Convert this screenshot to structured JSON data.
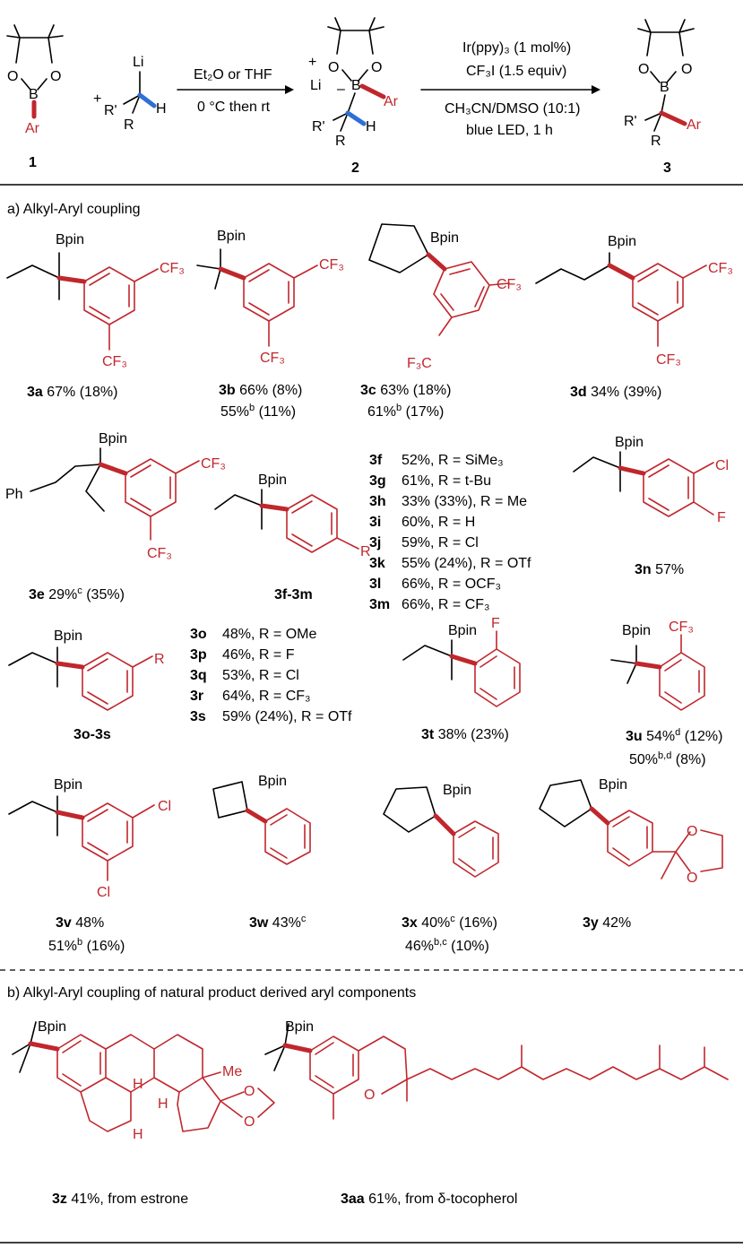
{
  "header": {
    "reagent1_label": "1",
    "reagent2_label": "2",
    "product_label": "3",
    "plus": "+",
    "cond1_top": "Et₂O or THF",
    "cond1_bottom": "0 °C then rt",
    "cond2_line1": "Ir(ppy)₃ (1 mol%)",
    "cond2_line2": "CF₃I (1.5 equiv)",
    "cond2_line3": "CH₃CN/DMSO (10:1)",
    "cond2_line4": "blue LED, 1 h",
    "atoms": {
      "O": "O",
      "B": "B",
      "Ar": "Ar",
      "Li": "Li",
      "R": "R",
      "Rp": "R'",
      "H": "H",
      "plus_sign": "+",
      "minus_sign": "–"
    }
  },
  "section_a": {
    "title": "a) Alkyl-Aryl coupling",
    "group_labels": {
      "Bpin": "Bpin",
      "CF3": "CF₃",
      "F3C": "F₃C",
      "Ph": "Ph",
      "Cl": "Cl",
      "F": "F",
      "R": "R",
      "O": "O"
    },
    "compounds": {
      "3a": {
        "id": "3a",
        "yield": "67% (18%)"
      },
      "3b": {
        "id": "3b",
        "yield": "66% (8%)",
        "yield2": "55%",
        "sup2": "b",
        "yield2_rest": " (11%)"
      },
      "3c": {
        "id": "3c",
        "yield": "63% (18%)",
        "yield2": "61%",
        "sup2": "b",
        "yield2_rest": " (17%)"
      },
      "3d": {
        "id": "3d",
        "yield": "34% (39%)"
      },
      "3e": {
        "id": "3e",
        "yield": "29%",
        "sup": "c",
        "yield_rest": " (35%)"
      },
      "3fm": {
        "id": "3f-3m"
      },
      "3n": {
        "id": "3n",
        "yield": "57%"
      },
      "3os": {
        "id": "3o-3s"
      },
      "3t": {
        "id": "3t",
        "yield": "38% (23%)"
      },
      "3u": {
        "id": "3u",
        "yield": "54%",
        "sup": "d",
        "yield_rest": " (12%)",
        "yield2": "50%",
        "sup2": "b,d",
        "yield2_rest": " (8%)"
      },
      "3v": {
        "id": "3v",
        "yield": "48%",
        "yield2": "51%",
        "sup2": "b",
        "yield2_rest": " (16%)"
      },
      "3w": {
        "id": "3w",
        "yield": "43%",
        "sup": "c"
      },
      "3x": {
        "id": "3x",
        "yield": "40%",
        "sup": "c",
        "yield_rest": " (16%)",
        "yield2": "46%",
        "sup2": "b,c",
        "yield2_rest": " (10%)"
      },
      "3y": {
        "id": "3y",
        "yield": "42%"
      }
    },
    "list_fm": [
      {
        "id": "3f",
        "text": "52%, R = SiMe₃"
      },
      {
        "id": "3g",
        "text": "61%, R = t-Bu"
      },
      {
        "id": "3h",
        "text": "33% (33%), R = Me"
      },
      {
        "id": "3i",
        "text": "60%, R = H"
      },
      {
        "id": "3j",
        "text": "59%, R = Cl"
      },
      {
        "id": "3k",
        "text": "55% (24%), R = OTf"
      },
      {
        "id": "3l",
        "text": "66%, R = OCF₃"
      },
      {
        "id": "3m",
        "text": "66%, R = CF₃"
      }
    ],
    "list_os": [
      {
        "id": "3o",
        "text": "48%, R = OMe"
      },
      {
        "id": "3p",
        "text": "46%, R = F"
      },
      {
        "id": "3q",
        "text": "53%, R = Cl"
      },
      {
        "id": "3r",
        "text": "64%, R = CF₃"
      },
      {
        "id": "3s",
        "text": "59% (24%), R = OTf"
      }
    ]
  },
  "section_b": {
    "title": "b) Alkyl-Aryl coupling of natural product derived aryl components",
    "group_labels": {
      "Bpin": "Bpin",
      "H": "H",
      "Me": "Me",
      "O": "O"
    },
    "compounds": {
      "3z": {
        "id": "3z",
        "text": "41%, from estrone"
      },
      "3aa": {
        "id": "3aa",
        "text": "61%, from δ-tocopherol"
      }
    }
  },
  "colors": {
    "accent_red": "#c0272d",
    "bond_blue": "#2e6fd8",
    "text": "#000000"
  }
}
